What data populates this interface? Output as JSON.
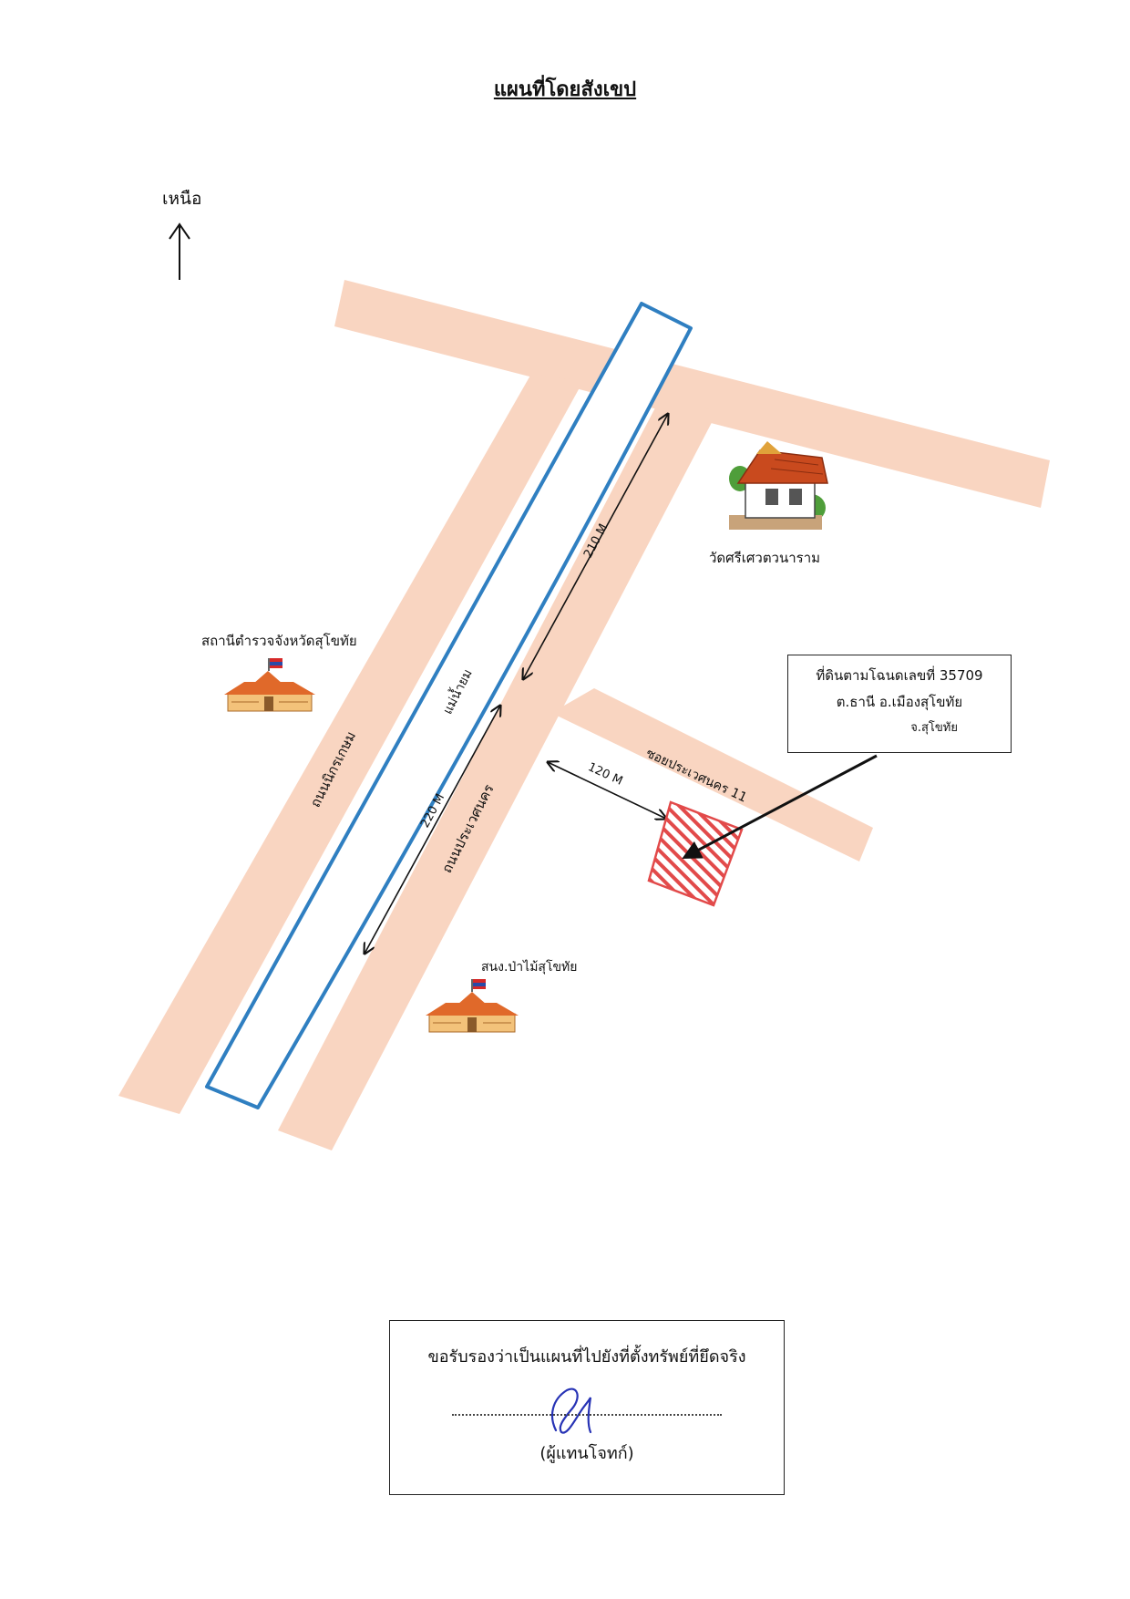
{
  "title": "แผนที่โดยสังเขป",
  "north": {
    "label": "เหนือ",
    "icon": "north-arrow-icon"
  },
  "colors": {
    "road": "#f9d5c1",
    "river_outline": "#2f7fc1",
    "parcel": "#e24a4a"
  },
  "roads": {
    "left": "ถนนนิกรเกษม",
    "right": "ถนนประเวศนคร",
    "soi": "ซอยประเวศนคร 11"
  },
  "river": {
    "label": "แม่น้ำยม"
  },
  "distances": {
    "north": "210 M",
    "south": "220 M",
    "soi": "120 M"
  },
  "landmarks": {
    "temple": "วัดศรีเศวตวนาราม",
    "police": "สถานีตำรวจจังหวัดสุโขทัย",
    "forestry": "สนง.ป่าไม้สุโขทัย"
  },
  "deed": {
    "line1": "ที่ดินตามโฉนดเลขที่ 35709",
    "line2": "ต.ธานี  อ.เมืองสุโขทัย",
    "line3": "จ.สุโขทัย"
  },
  "certification": {
    "text": "ขอรับรองว่าเป็นแผนที่ไปยังที่ตั้งทรัพย์ที่ยึดจริง",
    "role": "(ผู้แทนโจทก์)"
  }
}
